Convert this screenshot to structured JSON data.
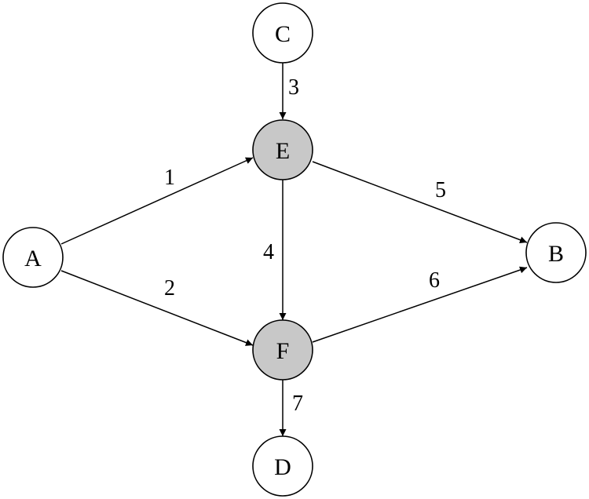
{
  "nodes": [
    {
      "id": "A",
      "label": "A",
      "highlighted": false
    },
    {
      "id": "B",
      "label": "B",
      "highlighted": false
    },
    {
      "id": "C",
      "label": "C",
      "highlighted": false
    },
    {
      "id": "D",
      "label": "D",
      "highlighted": false
    },
    {
      "id": "E",
      "label": "E",
      "highlighted": true
    },
    {
      "id": "F",
      "label": "F",
      "highlighted": true
    }
  ],
  "edges": [
    {
      "from": "A",
      "to": "E",
      "label": "1"
    },
    {
      "from": "A",
      "to": "F",
      "label": "2"
    },
    {
      "from": "C",
      "to": "E",
      "label": "3"
    },
    {
      "from": "E",
      "to": "F",
      "label": "4"
    },
    {
      "from": "E",
      "to": "B",
      "label": "5"
    },
    {
      "from": "F",
      "to": "B",
      "label": "6"
    },
    {
      "from": "F",
      "to": "D",
      "label": "7"
    }
  ],
  "colors": {
    "highlighted_fill": "#c8c8c8",
    "normal_fill": "#ffffff",
    "stroke": "#000000"
  }
}
